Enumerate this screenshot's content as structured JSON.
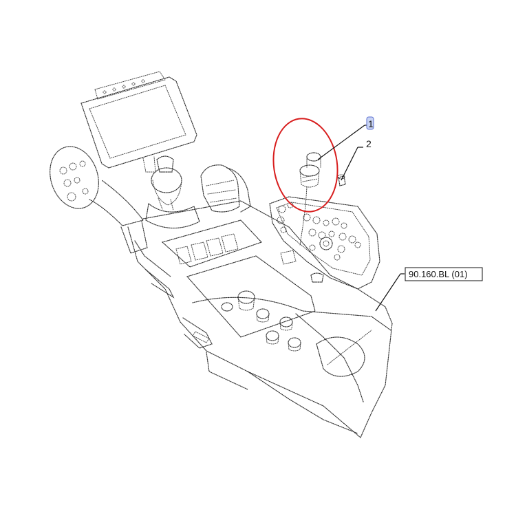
{
  "callouts": [
    {
      "label": "1",
      "highlighted": true
    },
    {
      "label": "2",
      "highlighted": false
    }
  ],
  "reference": {
    "label": "90.160.BL (01)"
  },
  "colors": {
    "highlight_ring": "#d81e1e",
    "callout_highlight_fill": "#c9d4f4",
    "callout_highlight_stroke": "#5b6fd1",
    "line": "#222222"
  }
}
